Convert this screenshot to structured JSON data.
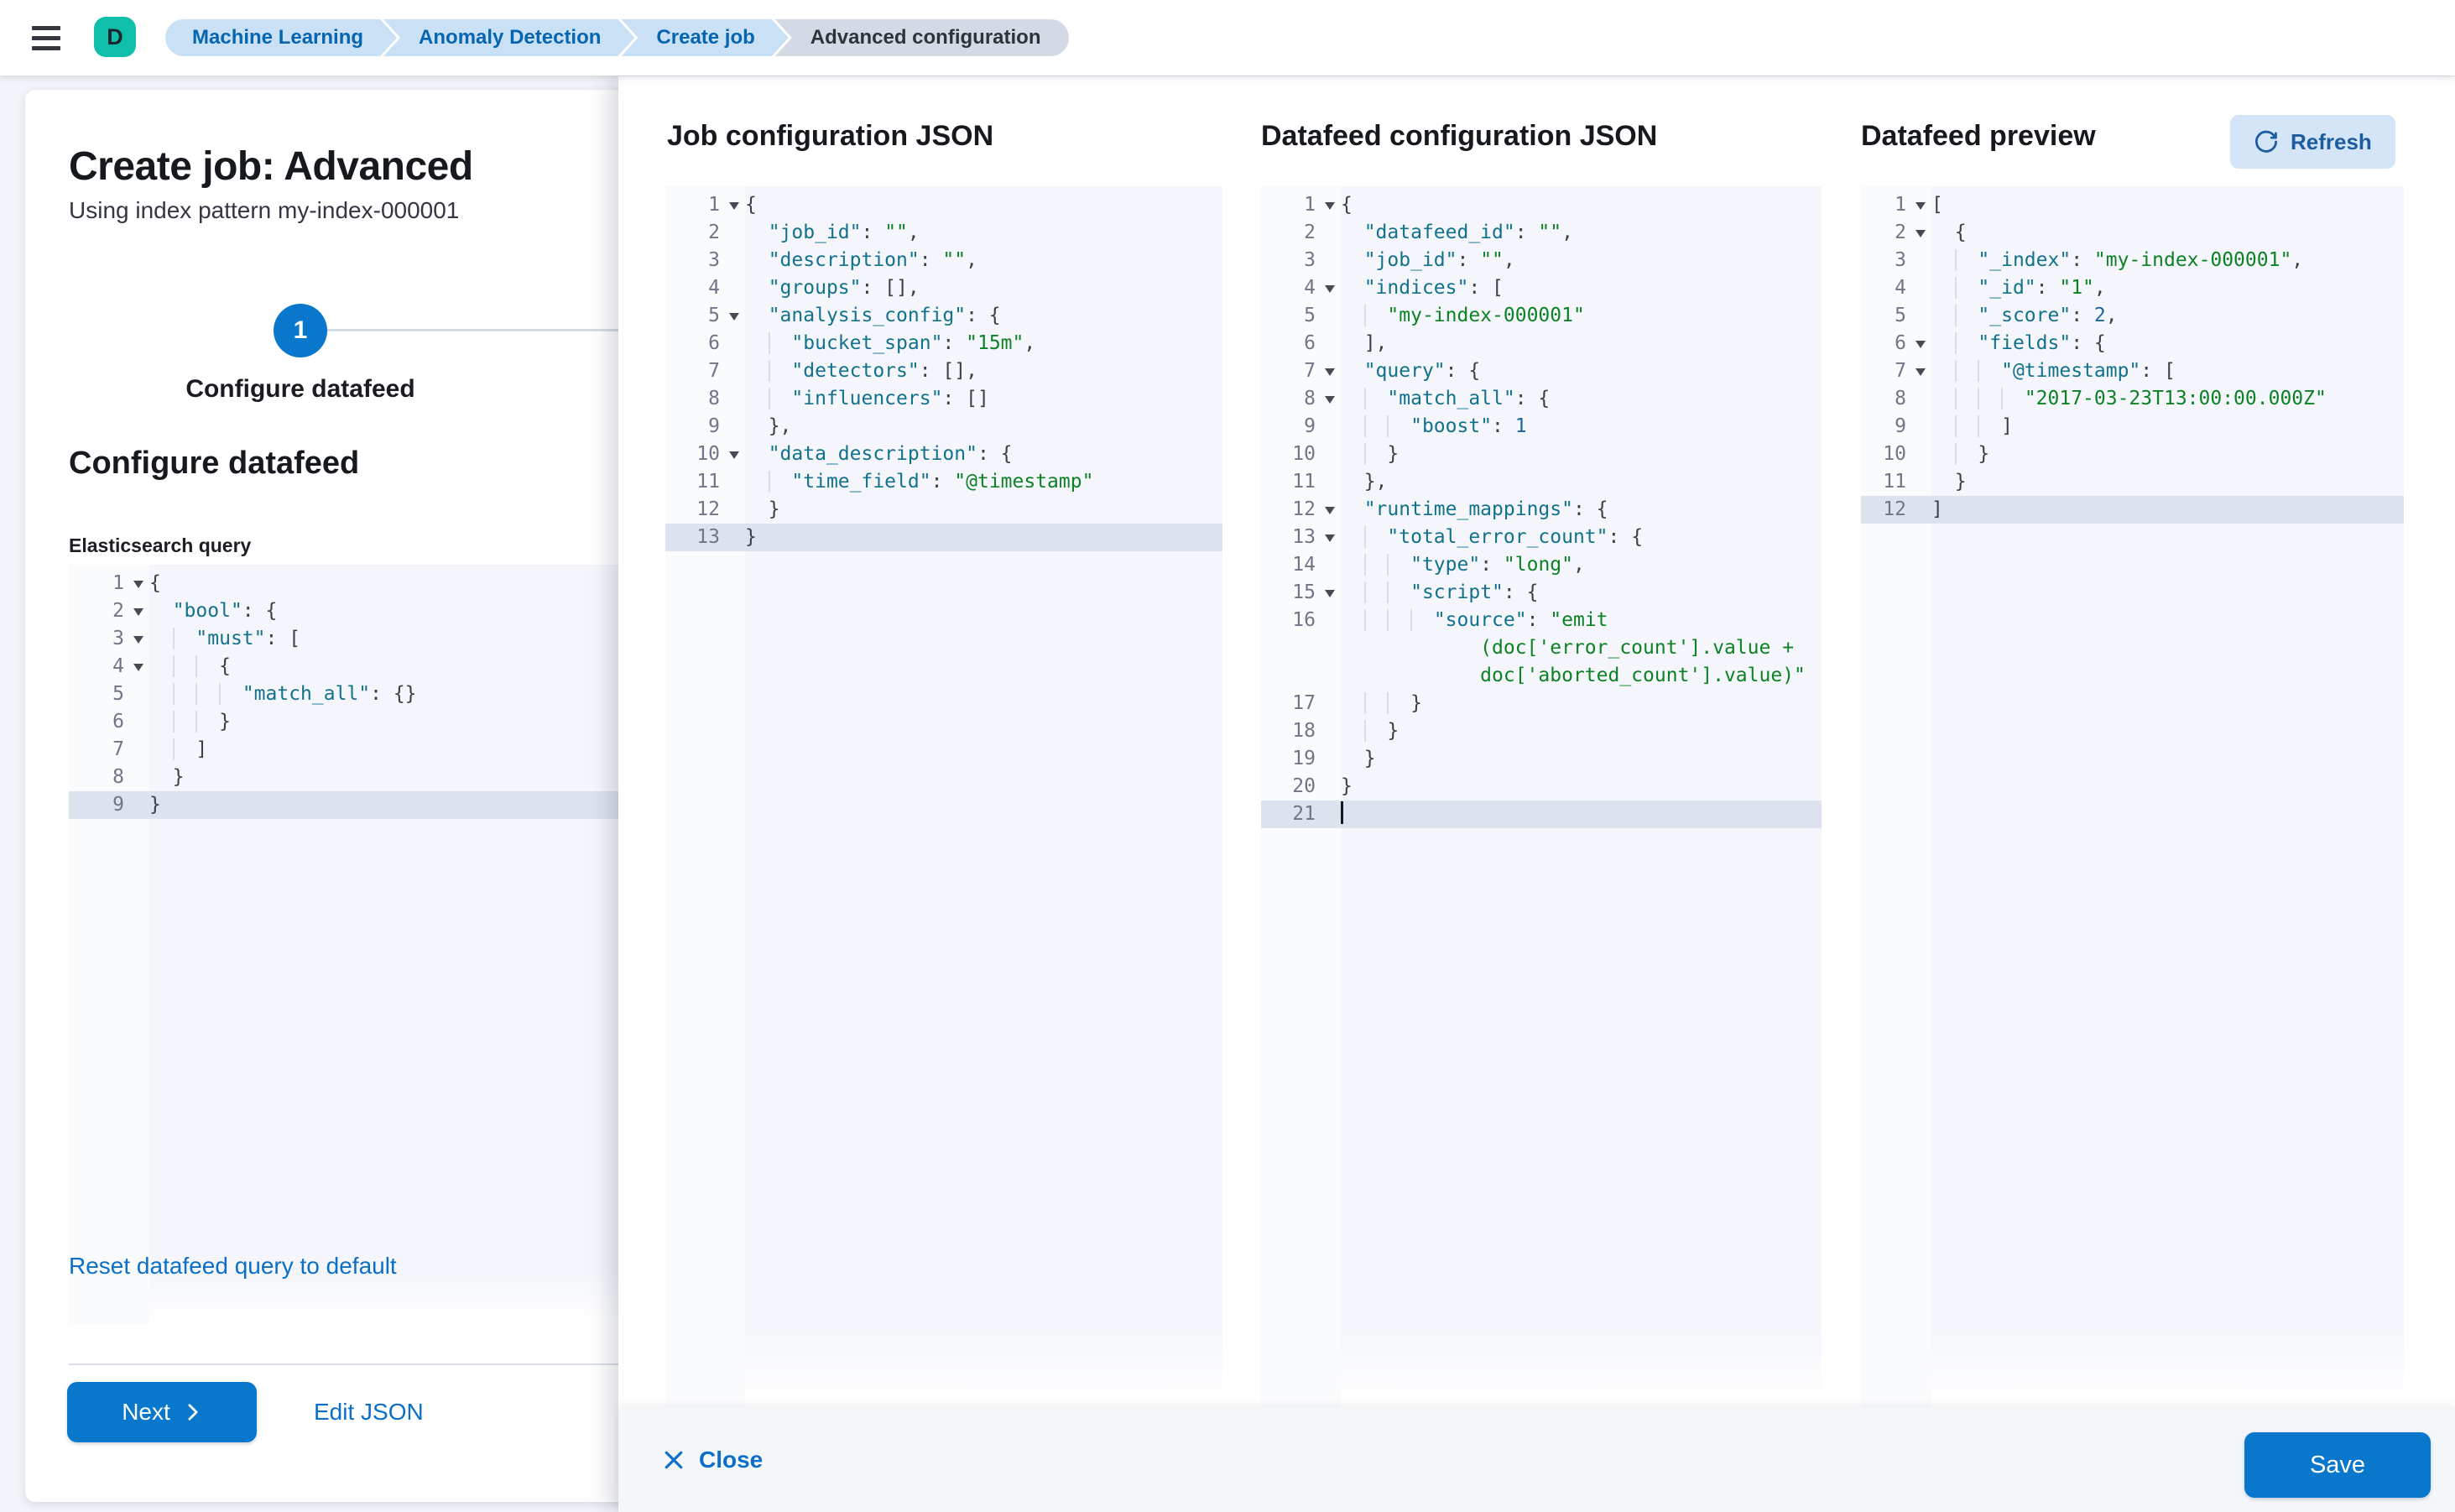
{
  "topbar": {
    "avatar_initial": "D",
    "breadcrumbs": [
      {
        "label": "Machine Learning",
        "current": false
      },
      {
        "label": "Anomaly Detection",
        "current": false
      },
      {
        "label": "Create job",
        "current": false
      },
      {
        "label": "Advanced configuration",
        "current": true
      }
    ]
  },
  "wizard": {
    "title": "Create job: Advanced",
    "subtitle": "Using index pattern my-index-000001",
    "step_number": "1",
    "step_label": "Configure datafeed",
    "section_heading": "Configure datafeed",
    "query_label": "Elasticsearch query",
    "reset_link": "Reset datafeed query to default",
    "next_button": "Next",
    "edit_json_link": "Edit JSON"
  },
  "flyout": {
    "columns": [
      {
        "title": "Job configuration JSON"
      },
      {
        "title": "Datafeed configuration JSON"
      },
      {
        "title": "Datafeed preview",
        "refresh_button": "Refresh"
      }
    ],
    "close_button": "Close",
    "save_button": "Save"
  },
  "colors": {
    "primary_blue": "#0877cc",
    "link_blue": "#0b6fc7",
    "breadcrumb_blue_bg": "#cae1f5",
    "breadcrumb_text": "#0565b0",
    "avatar_teal": "#10bfa9",
    "code_key": "#12718c",
    "code_string": "#0d8224",
    "code_number": "#1a679f",
    "active_line": "#dde3ee"
  },
  "editors": {
    "es_query": {
      "rows": [
        {
          "n": "1",
          "fold": true,
          "toks": [
            [
              "p",
              "{"
            ]
          ]
        },
        {
          "n": "2",
          "fold": true,
          "toks": [
            [
              "w",
              "  "
            ],
            [
              "k",
              "\"bool\""
            ],
            [
              "p",
              ": {"
            ]
          ]
        },
        {
          "n": "3",
          "fold": true,
          "toks": [
            [
              "w",
              "  "
            ],
            [
              "g",
              "  "
            ],
            [
              "k",
              "\"must\""
            ],
            [
              "p",
              ": ["
            ]
          ]
        },
        {
          "n": "4",
          "fold": true,
          "toks": [
            [
              "w",
              "  "
            ],
            [
              "g",
              "  "
            ],
            [
              "g",
              "  "
            ],
            [
              "p",
              "{"
            ]
          ]
        },
        {
          "n": "5",
          "toks": [
            [
              "w",
              "  "
            ],
            [
              "g",
              "  "
            ],
            [
              "g",
              "  "
            ],
            [
              "g",
              "  "
            ],
            [
              "k",
              "\"match_all\""
            ],
            [
              "p",
              ": {}"
            ]
          ]
        },
        {
          "n": "6",
          "toks": [
            [
              "w",
              "  "
            ],
            [
              "g",
              "  "
            ],
            [
              "g",
              "  "
            ],
            [
              "p",
              "}"
            ]
          ]
        },
        {
          "n": "7",
          "toks": [
            [
              "w",
              "  "
            ],
            [
              "g",
              "  "
            ],
            [
              "p",
              "]"
            ]
          ]
        },
        {
          "n": "8",
          "toks": [
            [
              "w",
              "  "
            ],
            [
              "p",
              "}"
            ]
          ]
        },
        {
          "n": "9",
          "active": true,
          "toks": [
            [
              "p",
              "}"
            ]
          ]
        }
      ]
    },
    "job_config": {
      "rows": [
        {
          "n": "1",
          "fold": true,
          "toks": [
            [
              "p",
              "{"
            ]
          ]
        },
        {
          "n": "2",
          "toks": [
            [
              "w",
              "  "
            ],
            [
              "k",
              "\"job_id\""
            ],
            [
              "p",
              ": "
            ],
            [
              "s",
              "\"\""
            ],
            [
              "p",
              ","
            ]
          ]
        },
        {
          "n": "3",
          "toks": [
            [
              "w",
              "  "
            ],
            [
              "k",
              "\"description\""
            ],
            [
              "p",
              ": "
            ],
            [
              "s",
              "\"\""
            ],
            [
              "p",
              ","
            ]
          ]
        },
        {
          "n": "4",
          "toks": [
            [
              "w",
              "  "
            ],
            [
              "k",
              "\"groups\""
            ],
            [
              "p",
              ": [],"
            ]
          ]
        },
        {
          "n": "5",
          "fold": true,
          "toks": [
            [
              "w",
              "  "
            ],
            [
              "k",
              "\"analysis_config\""
            ],
            [
              "p",
              ": {"
            ]
          ]
        },
        {
          "n": "6",
          "toks": [
            [
              "w",
              "  "
            ],
            [
              "g",
              "  "
            ],
            [
              "k",
              "\"bucket_span\""
            ],
            [
              "p",
              ": "
            ],
            [
              "s",
              "\"15m\""
            ],
            [
              "p",
              ","
            ]
          ]
        },
        {
          "n": "7",
          "toks": [
            [
              "w",
              "  "
            ],
            [
              "g",
              "  "
            ],
            [
              "k",
              "\"detectors\""
            ],
            [
              "p",
              ": [],"
            ]
          ]
        },
        {
          "n": "8",
          "toks": [
            [
              "w",
              "  "
            ],
            [
              "g",
              "  "
            ],
            [
              "k",
              "\"influencers\""
            ],
            [
              "p",
              ": []"
            ]
          ]
        },
        {
          "n": "9",
          "toks": [
            [
              "w",
              "  "
            ],
            [
              "p",
              "},"
            ]
          ]
        },
        {
          "n": "10",
          "fold": true,
          "toks": [
            [
              "w",
              "  "
            ],
            [
              "k",
              "\"data_description\""
            ],
            [
              "p",
              ": {"
            ]
          ]
        },
        {
          "n": "11",
          "toks": [
            [
              "w",
              "  "
            ],
            [
              "g",
              "  "
            ],
            [
              "k",
              "\"time_field\""
            ],
            [
              "p",
              ": "
            ],
            [
              "s",
              "\"@timestamp\""
            ]
          ]
        },
        {
          "n": "12",
          "toks": [
            [
              "w",
              "  "
            ],
            [
              "p",
              "}"
            ]
          ]
        },
        {
          "n": "13",
          "active": true,
          "toks": [
            [
              "p",
              "}"
            ]
          ]
        }
      ]
    },
    "datafeed_config": {
      "rows": [
        {
          "n": "1",
          "fold": true,
          "toks": [
            [
              "p",
              "{"
            ]
          ]
        },
        {
          "n": "2",
          "toks": [
            [
              "w",
              "  "
            ],
            [
              "k",
              "\"datafeed_id\""
            ],
            [
              "p",
              ": "
            ],
            [
              "s",
              "\"\""
            ],
            [
              "p",
              ","
            ]
          ]
        },
        {
          "n": "3",
          "toks": [
            [
              "w",
              "  "
            ],
            [
              "k",
              "\"job_id\""
            ],
            [
              "p",
              ": "
            ],
            [
              "s",
              "\"\""
            ],
            [
              "p",
              ","
            ]
          ]
        },
        {
          "n": "4",
          "fold": true,
          "toks": [
            [
              "w",
              "  "
            ],
            [
              "k",
              "\"indices\""
            ],
            [
              "p",
              ": ["
            ]
          ]
        },
        {
          "n": "5",
          "toks": [
            [
              "w",
              "  "
            ],
            [
              "g",
              "  "
            ],
            [
              "s",
              "\"my-index-000001\""
            ]
          ]
        },
        {
          "n": "6",
          "toks": [
            [
              "w",
              "  "
            ],
            [
              "p",
              "],"
            ]
          ]
        },
        {
          "n": "7",
          "fold": true,
          "toks": [
            [
              "w",
              "  "
            ],
            [
              "k",
              "\"query\""
            ],
            [
              "p",
              ": {"
            ]
          ]
        },
        {
          "n": "8",
          "fold": true,
          "toks": [
            [
              "w",
              "  "
            ],
            [
              "g",
              "  "
            ],
            [
              "k",
              "\"match_all\""
            ],
            [
              "p",
              ": {"
            ]
          ]
        },
        {
          "n": "9",
          "toks": [
            [
              "w",
              "  "
            ],
            [
              "g",
              "  "
            ],
            [
              "g",
              "  "
            ],
            [
              "k",
              "\"boost\""
            ],
            [
              "p",
              ": "
            ],
            [
              "n",
              "1"
            ]
          ]
        },
        {
          "n": "10",
          "toks": [
            [
              "w",
              "  "
            ],
            [
              "g",
              "  "
            ],
            [
              "p",
              "}"
            ]
          ]
        },
        {
          "n": "11",
          "toks": [
            [
              "w",
              "  "
            ],
            [
              "p",
              "},"
            ]
          ]
        },
        {
          "n": "12",
          "fold": true,
          "toks": [
            [
              "w",
              "  "
            ],
            [
              "k",
              "\"runtime_mappings\""
            ],
            [
              "p",
              ": {"
            ]
          ]
        },
        {
          "n": "13",
          "fold": true,
          "toks": [
            [
              "w",
              "  "
            ],
            [
              "g",
              "  "
            ],
            [
              "k",
              "\"total_error_count\""
            ],
            [
              "p",
              ": {"
            ]
          ]
        },
        {
          "n": "14",
          "toks": [
            [
              "w",
              "  "
            ],
            [
              "g",
              "  "
            ],
            [
              "g",
              "  "
            ],
            [
              "k",
              "\"type\""
            ],
            [
              "p",
              ": "
            ],
            [
              "s",
              "\"long\""
            ],
            [
              "p",
              ","
            ]
          ]
        },
        {
          "n": "15",
          "fold": true,
          "toks": [
            [
              "w",
              "  "
            ],
            [
              "g",
              "  "
            ],
            [
              "g",
              "  "
            ],
            [
              "k",
              "\"script\""
            ],
            [
              "p",
              ": {"
            ]
          ]
        },
        {
          "n": "16",
          "toks": [
            [
              "w",
              "  "
            ],
            [
              "g",
              "  "
            ],
            [
              "g",
              "  "
            ],
            [
              "g",
              "  "
            ],
            [
              "k",
              "\"source\""
            ],
            [
              "p",
              ": "
            ],
            [
              "s",
              "\"emit"
            ]
          ]
        },
        {
          "n": "",
          "toks": [
            [
              "w",
              "            "
            ],
            [
              "s",
              "(doc['error_count'].value +"
            ]
          ]
        },
        {
          "n": "",
          "toks": [
            [
              "w",
              "            "
            ],
            [
              "s",
              "doc['aborted_count'].value)\""
            ]
          ]
        },
        {
          "n": "17",
          "toks": [
            [
              "w",
              "  "
            ],
            [
              "g",
              "  "
            ],
            [
              "g",
              "  "
            ],
            [
              "p",
              "}"
            ]
          ]
        },
        {
          "n": "18",
          "toks": [
            [
              "w",
              "  "
            ],
            [
              "g",
              "  "
            ],
            [
              "p",
              "}"
            ]
          ]
        },
        {
          "n": "19",
          "toks": [
            [
              "w",
              "  "
            ],
            [
              "p",
              "}"
            ]
          ]
        },
        {
          "n": "20",
          "toks": [
            [
              "p",
              "}"
            ]
          ]
        },
        {
          "n": "21",
          "active": true,
          "cursor": true,
          "toks": []
        }
      ]
    },
    "preview": {
      "rows": [
        {
          "n": "1",
          "fold": true,
          "toks": [
            [
              "p",
              "["
            ]
          ]
        },
        {
          "n": "2",
          "fold": true,
          "toks": [
            [
              "w",
              "  "
            ],
            [
              "p",
              "{"
            ]
          ]
        },
        {
          "n": "3",
          "toks": [
            [
              "w",
              "  "
            ],
            [
              "g",
              "  "
            ],
            [
              "k",
              "\"_index\""
            ],
            [
              "p",
              ": "
            ],
            [
              "s",
              "\"my-index-000001\""
            ],
            [
              "p",
              ","
            ]
          ]
        },
        {
          "n": "4",
          "toks": [
            [
              "w",
              "  "
            ],
            [
              "g",
              "  "
            ],
            [
              "k",
              "\"_id\""
            ],
            [
              "p",
              ": "
            ],
            [
              "s",
              "\"1\""
            ],
            [
              "p",
              ","
            ]
          ]
        },
        {
          "n": "5",
          "toks": [
            [
              "w",
              "  "
            ],
            [
              "g",
              "  "
            ],
            [
              "k",
              "\"_score\""
            ],
            [
              "p",
              ": "
            ],
            [
              "n",
              "2"
            ],
            [
              "p",
              ","
            ]
          ]
        },
        {
          "n": "6",
          "fold": true,
          "toks": [
            [
              "w",
              "  "
            ],
            [
              "g",
              "  "
            ],
            [
              "k",
              "\"fields\""
            ],
            [
              "p",
              ": {"
            ]
          ]
        },
        {
          "n": "7",
          "fold": true,
          "toks": [
            [
              "w",
              "  "
            ],
            [
              "g",
              "  "
            ],
            [
              "g",
              "  "
            ],
            [
              "k",
              "\"@timestamp\""
            ],
            [
              "p",
              ": ["
            ]
          ]
        },
        {
          "n": "8",
          "toks": [
            [
              "w",
              "  "
            ],
            [
              "g",
              "  "
            ],
            [
              "g",
              "  "
            ],
            [
              "g",
              "  "
            ],
            [
              "s",
              "\"2017-03-23T13:00:00.000Z\""
            ]
          ]
        },
        {
          "n": "9",
          "toks": [
            [
              "w",
              "  "
            ],
            [
              "g",
              "  "
            ],
            [
              "g",
              "  "
            ],
            [
              "p",
              "]"
            ]
          ]
        },
        {
          "n": "10",
          "toks": [
            [
              "w",
              "  "
            ],
            [
              "g",
              "  "
            ],
            [
              "p",
              "}"
            ]
          ]
        },
        {
          "n": "11",
          "toks": [
            [
              "w",
              "  "
            ],
            [
              "p",
              "}"
            ]
          ]
        },
        {
          "n": "12",
          "active": true,
          "toks": [
            [
              "p",
              "]"
            ]
          ]
        }
      ]
    }
  }
}
